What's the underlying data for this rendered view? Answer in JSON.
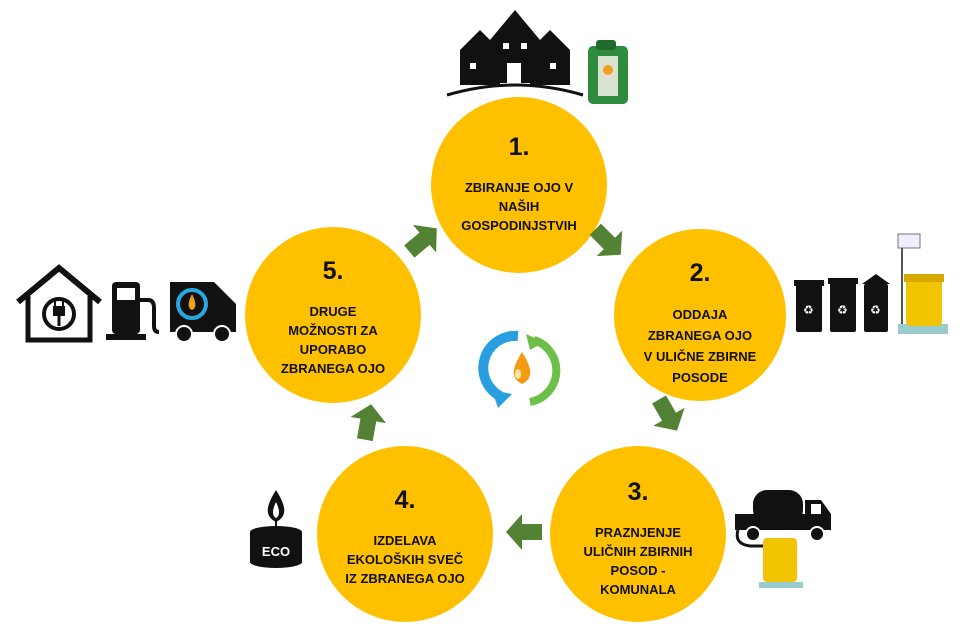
{
  "colors": {
    "circle": "#FFC000",
    "arrow": "#548235",
    "icon": "#111111"
  },
  "steps": [
    {
      "number": "1.",
      "text": "ZBIRANJE OJO V\nNAŠIH\nGOSPODINJSTVIH"
    },
    {
      "number": "2.",
      "text": "ODDAJA\nZBRANEGA OJO\nV ULIČNE ZBIRNE\nPOSODE"
    },
    {
      "number": "3.",
      "text": "PRAZNJENJE\nULIČNIH ZBIRNIH\nPOSOD -\nKOMUNALA"
    },
    {
      "number": "4.",
      "text": "IZDELAVA\nEKOLOŠKIH SVEČ\nIZ ZBRANEGA OJO"
    },
    {
      "number": "5.",
      "text": "DRUGE\nMOŽNOSTI ZA\nUPORABO\nZBRANEGA OJO"
    }
  ],
  "candle_label": "ECO"
}
